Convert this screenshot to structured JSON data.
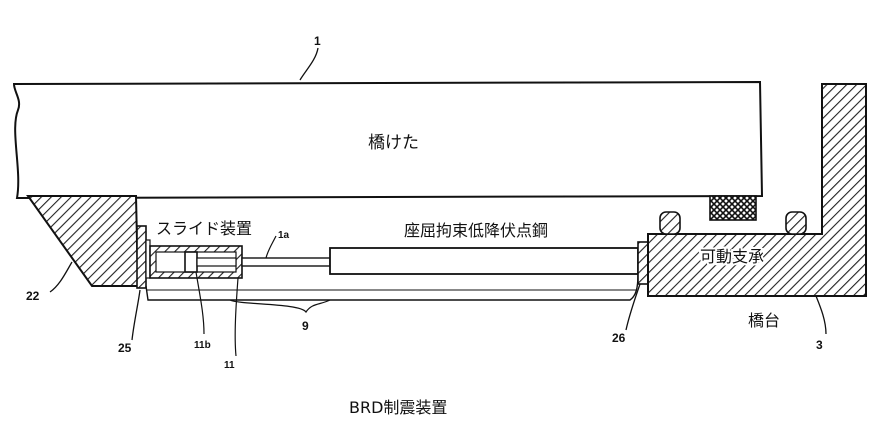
{
  "labels": {
    "girder": "橋けた",
    "slide_device": "スライド装置",
    "brb": "座屈拘束低降伏点鋼",
    "movable_bearing": "可動支承",
    "abutment": "橋台"
  },
  "refs": {
    "r1": "1",
    "r1a": "1a",
    "r22": "22",
    "r25": "25",
    "r11b": "11b",
    "r11": "11",
    "r9": "9",
    "r26": "26",
    "r3": "3"
  },
  "caption": "BRD制震装置",
  "colors": {
    "line": "#111111",
    "hatch": "#222222",
    "background": "#ffffff"
  }
}
